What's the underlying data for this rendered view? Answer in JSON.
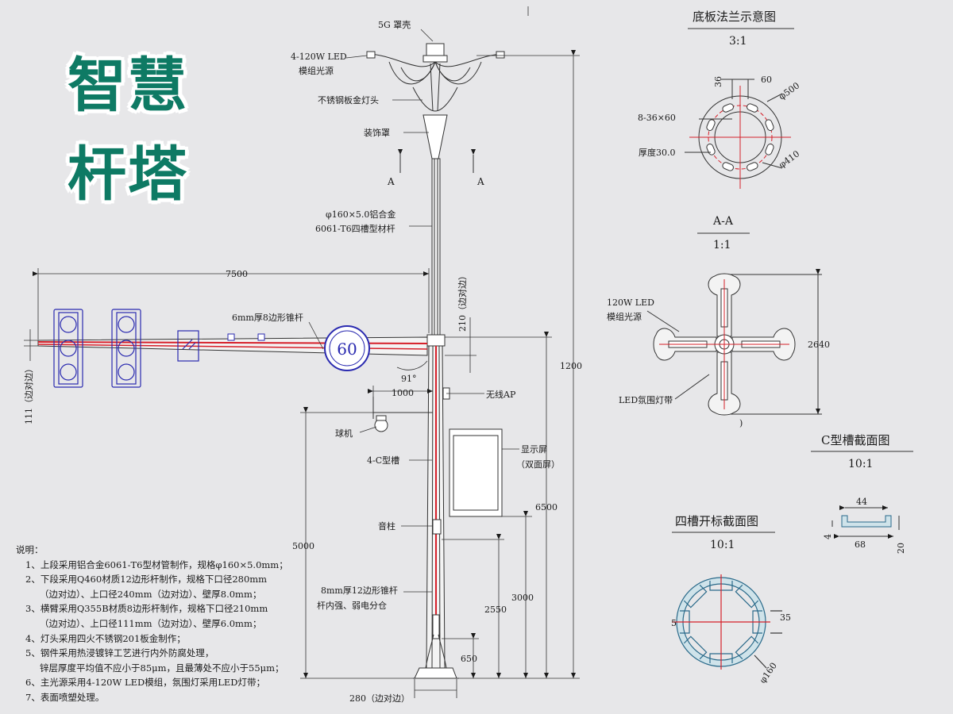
{
  "banner": {
    "line1": "智慧",
    "line2": "杆塔",
    "color": "#0e7a64"
  },
  "pole": {
    "top_label": "5G 罩壳",
    "led_module": [
      "4-120W LED",
      "模组光源"
    ],
    "lamp_head": "不锈钢板金灯头",
    "cover": "装饰罩",
    "section_a": "A",
    "upper_pipe": [
      "φ160×5.0铝合金",
      "6061-T6四槽型材杆"
    ],
    "arm_label": "6mm厚8边形锥杆",
    "arm_length": "7500",
    "arm_thickness": "210（边对边）",
    "arm_end": "111（边对边）",
    "arm_angle": "91°",
    "speed_sign": "60",
    "ap_offset": "1000",
    "ap_label": "无线AP",
    "camera": "球机",
    "c_slot": "4-C型槽",
    "screen": [
      "显示屏",
      "（双面屏）"
    ],
    "speaker": "音柱",
    "lower_pole": [
      "8mm厚12边形锥杆",
      "杆内强、弱电分仓"
    ],
    "dims": {
      "total": "1200",
      "d6500": "6500",
      "d5000": "5000",
      "d3000": "3000",
      "d2550": "2550",
      "d650": "650",
      "base": "280（边对边）"
    },
    "red": "#d6202a",
    "blue": "#2a2ab0"
  },
  "flange": {
    "title": "底板法兰示意图",
    "scale": "3:1",
    "d36": "36",
    "d60": "60",
    "holes": "8-36×60",
    "thickness": "厚度30.0",
    "d500": "φ500",
    "d410": "φ410"
  },
  "aa": {
    "title": "A-A",
    "scale": "1:1",
    "led": [
      "120W LED",
      "模组光源"
    ],
    "band": "LED氛围灯带",
    "dim": "2640",
    "mark": ")"
  },
  "cslot": {
    "title": "C型槽截面图",
    "scale": "10:1",
    "d44": "44",
    "d68": "68",
    "d4": "4",
    "d20": "20"
  },
  "fourslot": {
    "title": "四槽开标截面图",
    "scale": "10:1",
    "d5": "5",
    "d35": "35",
    "d160": "φ160"
  },
  "notes": {
    "title": "说明：",
    "lines": [
      "1、上段采用铝合金6061-T6型材管制作，规格φ160×5.0mm；",
      "2、下段采用Q460材质12边形杆制作，规格下口径280mm",
      "（边对边）、上口径240mm（边对边）、壁厚8.0mm；",
      "3、横臂采用Q355B材质8边形杆制作，规格下口径210mm",
      "（边对边）、上口径111mm（边对边）、壁厚6.0mm；",
      "4、灯头采用四火不锈钢201板金制作；",
      "5、钢件采用热浸镀锌工艺进行内外防腐处理，",
      "锌层厚度平均值不应小于85μm，且最薄处不应小于55μm；",
      "6、主光源采用4-120W LED模组，氛围灯采用LED灯带；",
      "7、表面喷塑处理。"
    ]
  }
}
